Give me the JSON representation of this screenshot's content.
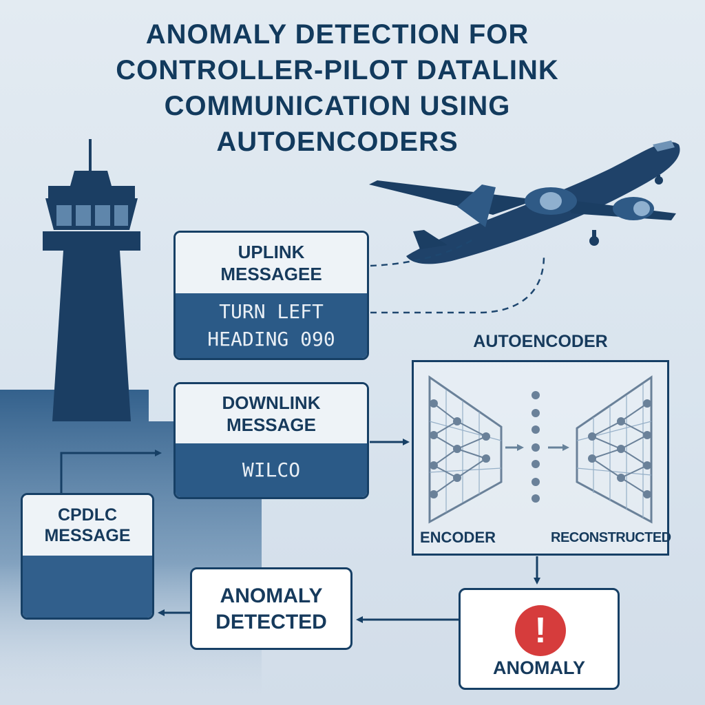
{
  "title_lines": [
    "ANOMALY DETECTION FOR",
    "CONTROLLER-PILOT DATALINK",
    "COMMUNICATION USING",
    "AUTOENCODERS"
  ],
  "uplink": {
    "head": [
      "UPLINK",
      "MESSAGEE"
    ],
    "body": [
      "TURN LEFT",
      "HEADING 090"
    ]
  },
  "downlink": {
    "head": [
      "DOWNLINK",
      "MESSAGE"
    ],
    "body": [
      "WILCO"
    ]
  },
  "cpdlc": {
    "head": [
      "CPDLC",
      "MESSAGE"
    ]
  },
  "autoencoder": {
    "title": "AUTOENCODER",
    "encoder_label": "ENCODER",
    "reconstructed_label": "RECONSTRUCTED"
  },
  "anomaly_detected": [
    "ANOMALY",
    "DETECTED"
  ],
  "anomaly": {
    "symbol": "!",
    "label": "ANOMALY"
  },
  "icons": [
    "control-tower-icon",
    "airplane-icon",
    "alert-icon"
  ],
  "colors": {
    "navy": "#163f65",
    "panel_blue": "#2b5a87",
    "background": "#dfe8f0",
    "alert_red": "#d63c3c"
  }
}
